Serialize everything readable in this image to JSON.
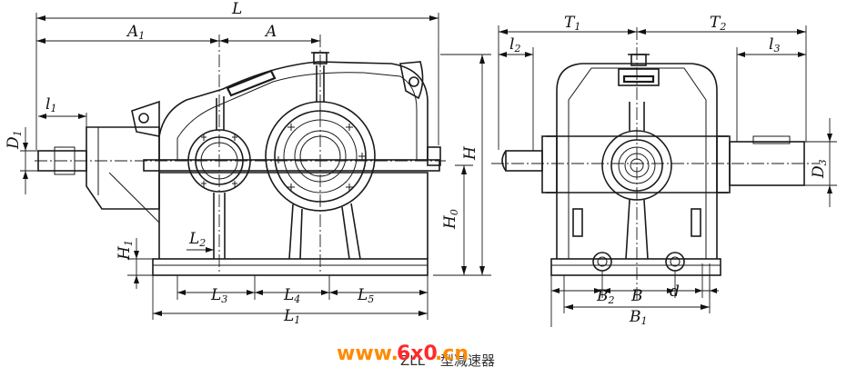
{
  "labels": {
    "L": "L",
    "A1_base": "A",
    "A1_sub": "1",
    "A": "A",
    "l1_base": "l",
    "l1_sub": "1",
    "D1_base": "D",
    "D1_sub": "1",
    "H": "H",
    "H0_base": "H",
    "H0_sub": "0",
    "H1_base": "H",
    "H1_sub": "1",
    "L2_base": "L",
    "L2_sub": "2",
    "L3_base": "L",
    "L3_sub": "3",
    "L4_base": "L",
    "L4_sub": "4",
    "L5_base": "L",
    "L5_sub": "5",
    "L1_base": "L",
    "L1_sub": "1",
    "T1_base": "T",
    "T1_sub": "1",
    "T2_base": "T",
    "T2_sub": "2",
    "l2_base": "l",
    "l2_sub": "2",
    "l3_base": "l",
    "l3_sub": "3",
    "D3_base": "D",
    "D3_sub": "3",
    "B2_base": "B",
    "B2_sub": "2",
    "B": "B",
    "d": "d",
    "B1_base": "B",
    "B1_sub": "1"
  },
  "caption": {
    "code": "ZLL",
    "text": "型减速器"
  },
  "watermark": {
    "part1": "www.",
    "part2": "6x0",
    "part3": ".cn"
  }
}
